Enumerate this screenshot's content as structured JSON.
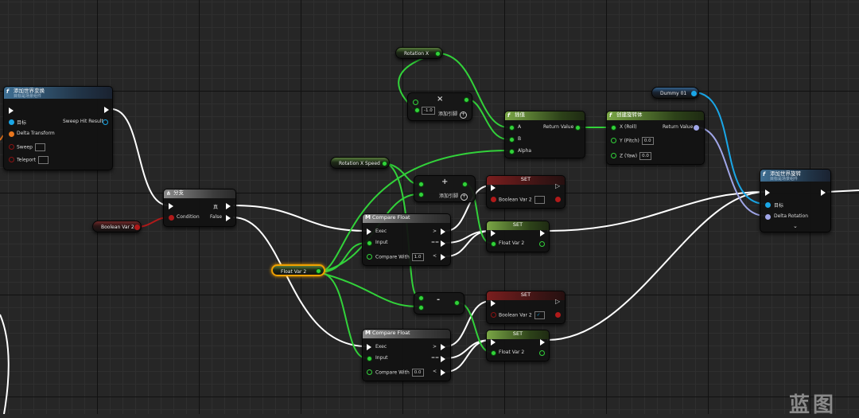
{
  "nodes": {
    "add_world_transform": {
      "title": "添加世界变换",
      "subtitle": "目标是场景组件",
      "pins": {
        "target": "目标",
        "delta_transform": "Delta Transform",
        "sweep": "Sweep",
        "teleport": "Teleport",
        "sweep_hit_result": "Sweep Hit Result"
      }
    },
    "branch": {
      "title": "分支",
      "condition": "Condition",
      "true_label": "真",
      "false_label": "False"
    },
    "boolean_var_left": {
      "label": "Boolean Var 2"
    },
    "float_var": {
      "label": "Float Var 2"
    },
    "rotation_x": {
      "label": "Rotation X"
    },
    "rotation_x_speed": {
      "label": "Rotation X Speed"
    },
    "multiply": {
      "value": "-1.0",
      "add_pin": "添加引脚"
    },
    "lerp": {
      "title": "插值",
      "a": "A",
      "b": "B",
      "alpha": "Alpha",
      "return": "Return Value"
    },
    "make_rotator": {
      "title": "创建旋转体",
      "x": "X (Roll)",
      "y": "Y (Pitch)",
      "y_val": "0.0",
      "z": "Z (Yaw)",
      "z_val": "0.0",
      "return": "Return Value"
    },
    "dummy": {
      "label": "Dummy 01"
    },
    "add_world_rotation": {
      "title": "添加世界旋转",
      "subtitle": "目标是场景组件",
      "target": "目标",
      "delta_rotation": "Delta Rotation"
    },
    "add_node": {
      "symbol": "+",
      "add_pin": "添加引脚"
    },
    "sub_node": {
      "symbol": "-"
    },
    "compare_top": {
      "title": "Compare Float",
      "exec": "Exec",
      "input": "Input",
      "compare_with": "Compare With",
      "value": "1.0",
      "gt": ">",
      "eq": "==",
      "lt": "<"
    },
    "compare_bottom": {
      "title": "Compare Float",
      "exec": "Exec",
      "input": "Input",
      "compare_with": "Compare With",
      "value": "0.0",
      "gt": ">",
      "eq": "==",
      "lt": "<"
    },
    "set_bool_top": {
      "title": "SET",
      "label": "Boolean Var 2"
    },
    "set_float_top": {
      "title": "SET",
      "label": "Float Var 2"
    },
    "set_bool_bottom": {
      "title": "SET",
      "label": "Boolean Var 2"
    },
    "set_float_bottom": {
      "title": "SET",
      "label": "Float Var 2"
    }
  },
  "watermark": "蓝图",
  "colors": {
    "exec": "#ffffff",
    "float": "#32d23a",
    "object": "#1aa6e6",
    "bool": "#b01a1a",
    "rotator": "#a0a6e8",
    "selection": "#f0a000"
  }
}
